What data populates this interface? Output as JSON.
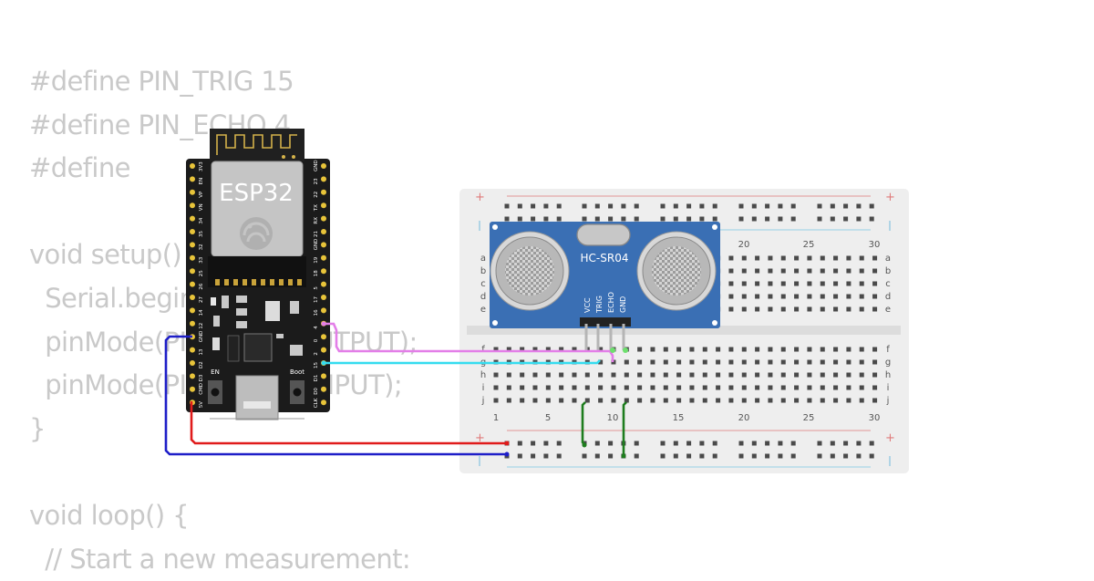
{
  "code": {
    "lines": [
      "#define PIN_TRIG 15",
      "#define PIN_ECHO 4",
      "#define",
      "",
      "void setup() {",
      "  Serial.begin(115200);",
      "  pinMode(PIN_TRIG, OUTPUT);",
      "  pinMode(PIN_ECHO, INPUT);",
      "}",
      "",
      "void loop() {",
      "  // Start a new measurement:"
    ]
  },
  "esp32": {
    "chip_label": "ESP32",
    "button_en": "EN",
    "button_boot": "Boot",
    "left_pins": [
      "3V3",
      "EN",
      "VP",
      "VN",
      "34",
      "35",
      "32",
      "33",
      "25",
      "26",
      "27",
      "14",
      "12",
      "GND",
      "13",
      "D2",
      "D3",
      "CMD",
      "5V"
    ],
    "right_pins": [
      "GND",
      "23",
      "22",
      "TX",
      "RX",
      "21",
      "GND",
      "19",
      "18",
      "5",
      "17",
      "16",
      "4",
      "0",
      "2",
      "15",
      "D1",
      "D0",
      "CLK"
    ]
  },
  "sensor": {
    "label": "HC-SR04",
    "pins": [
      "VCC",
      "TRIG",
      "ECHO",
      "GND"
    ]
  },
  "breadboard": {
    "plus_symbol": "+",
    "column_numbers": [
      "1",
      "5",
      "10",
      "15",
      "20",
      "25",
      "30"
    ],
    "top_row_letters": [
      "a",
      "b",
      "c",
      "d",
      "e"
    ],
    "bottom_row_letters": [
      "f",
      "g",
      "h",
      "i",
      "j"
    ]
  },
  "colors": {
    "trig_wire": "#e37ee8",
    "echo_wire": "#35dcef",
    "vcc_wire": "#e01b1b",
    "gnd_wire": "#1e1ec8",
    "jumper": "#1e7d1e",
    "sensor_board": "#3a6fb4",
    "esp_board": "#1b1b1b"
  }
}
